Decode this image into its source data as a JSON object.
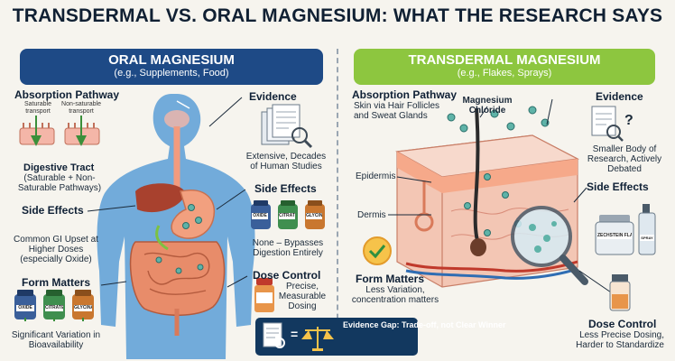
{
  "title": "TRANSDERMAL VS. ORAL MAGNESIUM: WHAT THE RESEARCH SAYS",
  "oral": {
    "banner_title": "ORAL MAGNESIUM",
    "banner_subtitle": "(e.g., Supplements, Food)",
    "absorption_label": "Absorption Pathway",
    "saturable": "Saturable transport",
    "non_saturable": "Non-saturable transport",
    "digestive_title": "Digestive Tract",
    "digestive_desc": "(Saturable + Non-Saturable Pathways)",
    "side_effects_label": "Side Effects",
    "side_effects_desc": "Common GI Upset at Higher Doses (especially Oxide)",
    "form_matters_label": "Form Matters",
    "form_matters_desc": "Significant Variation in Bioavailability",
    "bottles": [
      "OXIDE",
      "CITRATE",
      "GLYCINATE"
    ],
    "evidence_label": "Evidence",
    "evidence_desc": "Extensive, Decades of Human Studies",
    "side_effects_right_label": "Side Effects",
    "side_effects_right_desc": "None – Bypasses Digestion Entirely",
    "dose_control_label": "Dose Control",
    "dose_control_desc": "Precise, Measurable Dosing",
    "side_bottles": [
      "OXIDE",
      "CITRATE",
      "GLYCINATE"
    ]
  },
  "trans": {
    "banner_title": "TRANSDERMAL MAGNESIUM",
    "banner_subtitle": "(e.g., Flakes, Sprays)",
    "absorption_label": "Absorption Pathway",
    "absorption_desc": "Skin via Hair Follicles and Sweat Glands",
    "chloride_label": "Magnesium Chloride",
    "epidermis": "Epidermis",
    "dermis": "Dermis",
    "form_matters_label": "Form Matters",
    "form_matters_desc": "Less Variation, concentration matters",
    "evidence_label": "Evidence",
    "evidence_desc": "Smaller Body of Research, Actively Debated",
    "side_effects_label": "Side Effects",
    "dose_control_label": "Dose Control",
    "dose_control_desc": "Less Precise Dosing, Harder to Standardize",
    "flakes_label": "ZECHSTEIN FLAKES",
    "spray_label": "SPRAY"
  },
  "gap": {
    "text": "Evidence Gap: Trade-off, not Clear Winner",
    "equals": "="
  },
  "colors": {
    "oral_banner": "#1e4a86",
    "trans_banner": "#8dc63f",
    "body_blue": "#5b9ed6",
    "gap_box": "#12385f"
  }
}
